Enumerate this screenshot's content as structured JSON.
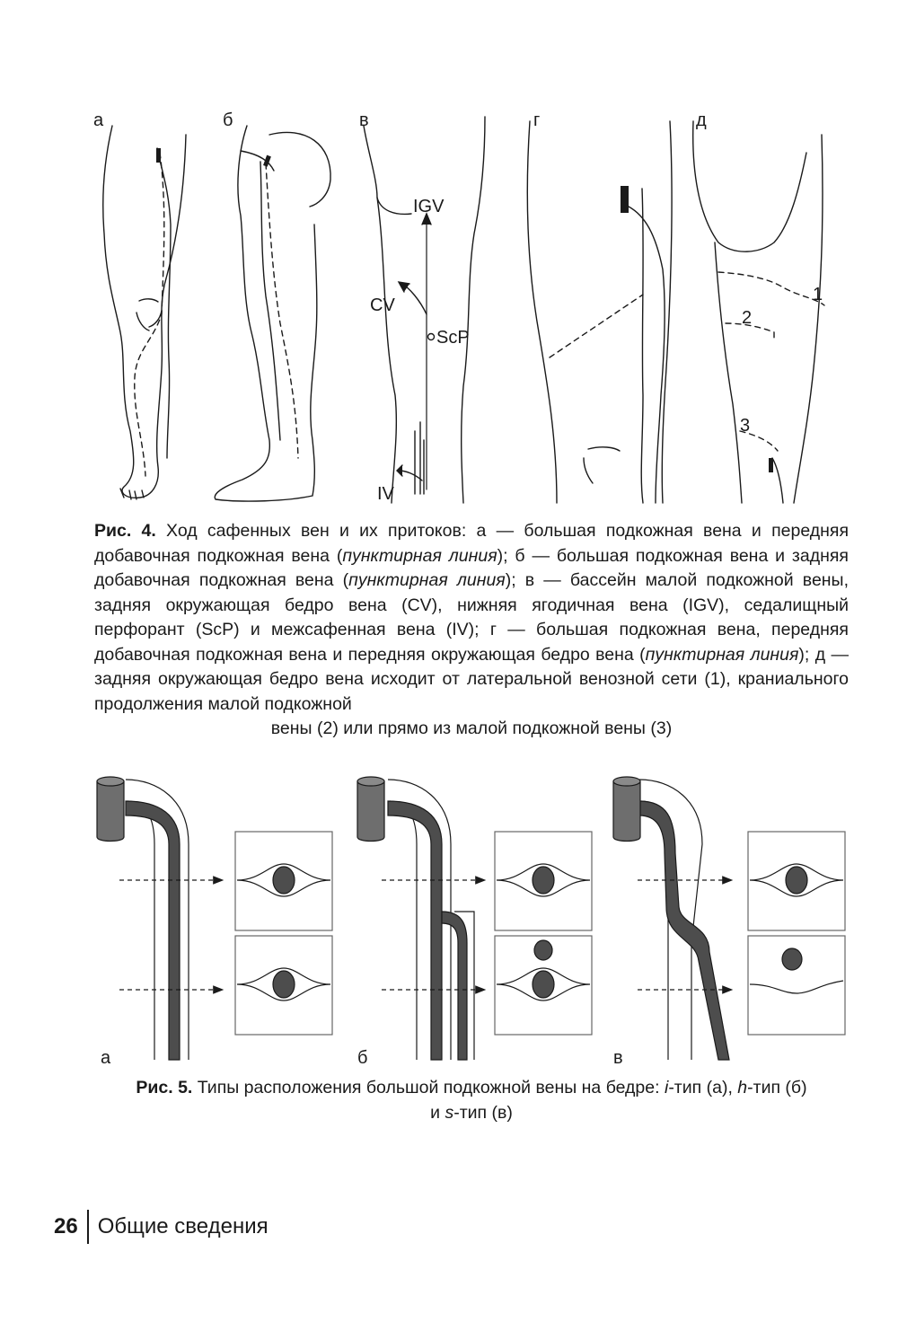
{
  "figure4": {
    "panel_labels": [
      "а",
      "б",
      "в",
      "г",
      "д"
    ],
    "annotations": {
      "igv": "IGV",
      "cv": "CV",
      "scp": "ScP",
      "iv": "IV",
      "n1": "1",
      "n2": "2",
      "n3": "3"
    },
    "caption": {
      "label": "Рис. 4.",
      "t1": " Ход сафенных вен и их притоков: а — большая подкожная вена и передняя добавочная подкожная вена (",
      "i1": "пунктирная линия",
      "t2": "); б — большая подкожная вена и задняя добавочная подкожная вена (",
      "i2": "пунктирная линия",
      "t3": "); в — бассейн малой подкожной вены, задняя окружающая бедро вена (CV), нижняя ягодичная вена (IGV), седалищный перфорант (ScP) и межсафенная вена (IV); г — большая подкожная вена, передняя добавочная подкожная вена и передняя окружающая бедро вена (",
      "i3": "пунктирная линия",
      "t4": "); д — задняя окружающая бедро вена исходит от латеральной венозной сети (1), краниального продолжения малой подкожной",
      "last": "вены (2) или прямо из малой подкожной вены (3)"
    }
  },
  "figure5": {
    "panel_labels": [
      "а",
      "б",
      "в"
    ],
    "caption": {
      "label": "Рис. 5.",
      "t1": " Типы расположения большой подкожной вены на бедре: ",
      "i1": "i",
      "t2": "-тип (а), ",
      "i2": "h",
      "t3": "-тип (б)",
      "t4": "и ",
      "i3": "s",
      "t5": "-тип (в)"
    }
  },
  "colors": {
    "vein_fill": "#4d4d4d",
    "text": "#1a1a1a",
    "paper": "#ffffff"
  },
  "footer": {
    "page_number": "26",
    "section_title": "Общие сведения"
  }
}
